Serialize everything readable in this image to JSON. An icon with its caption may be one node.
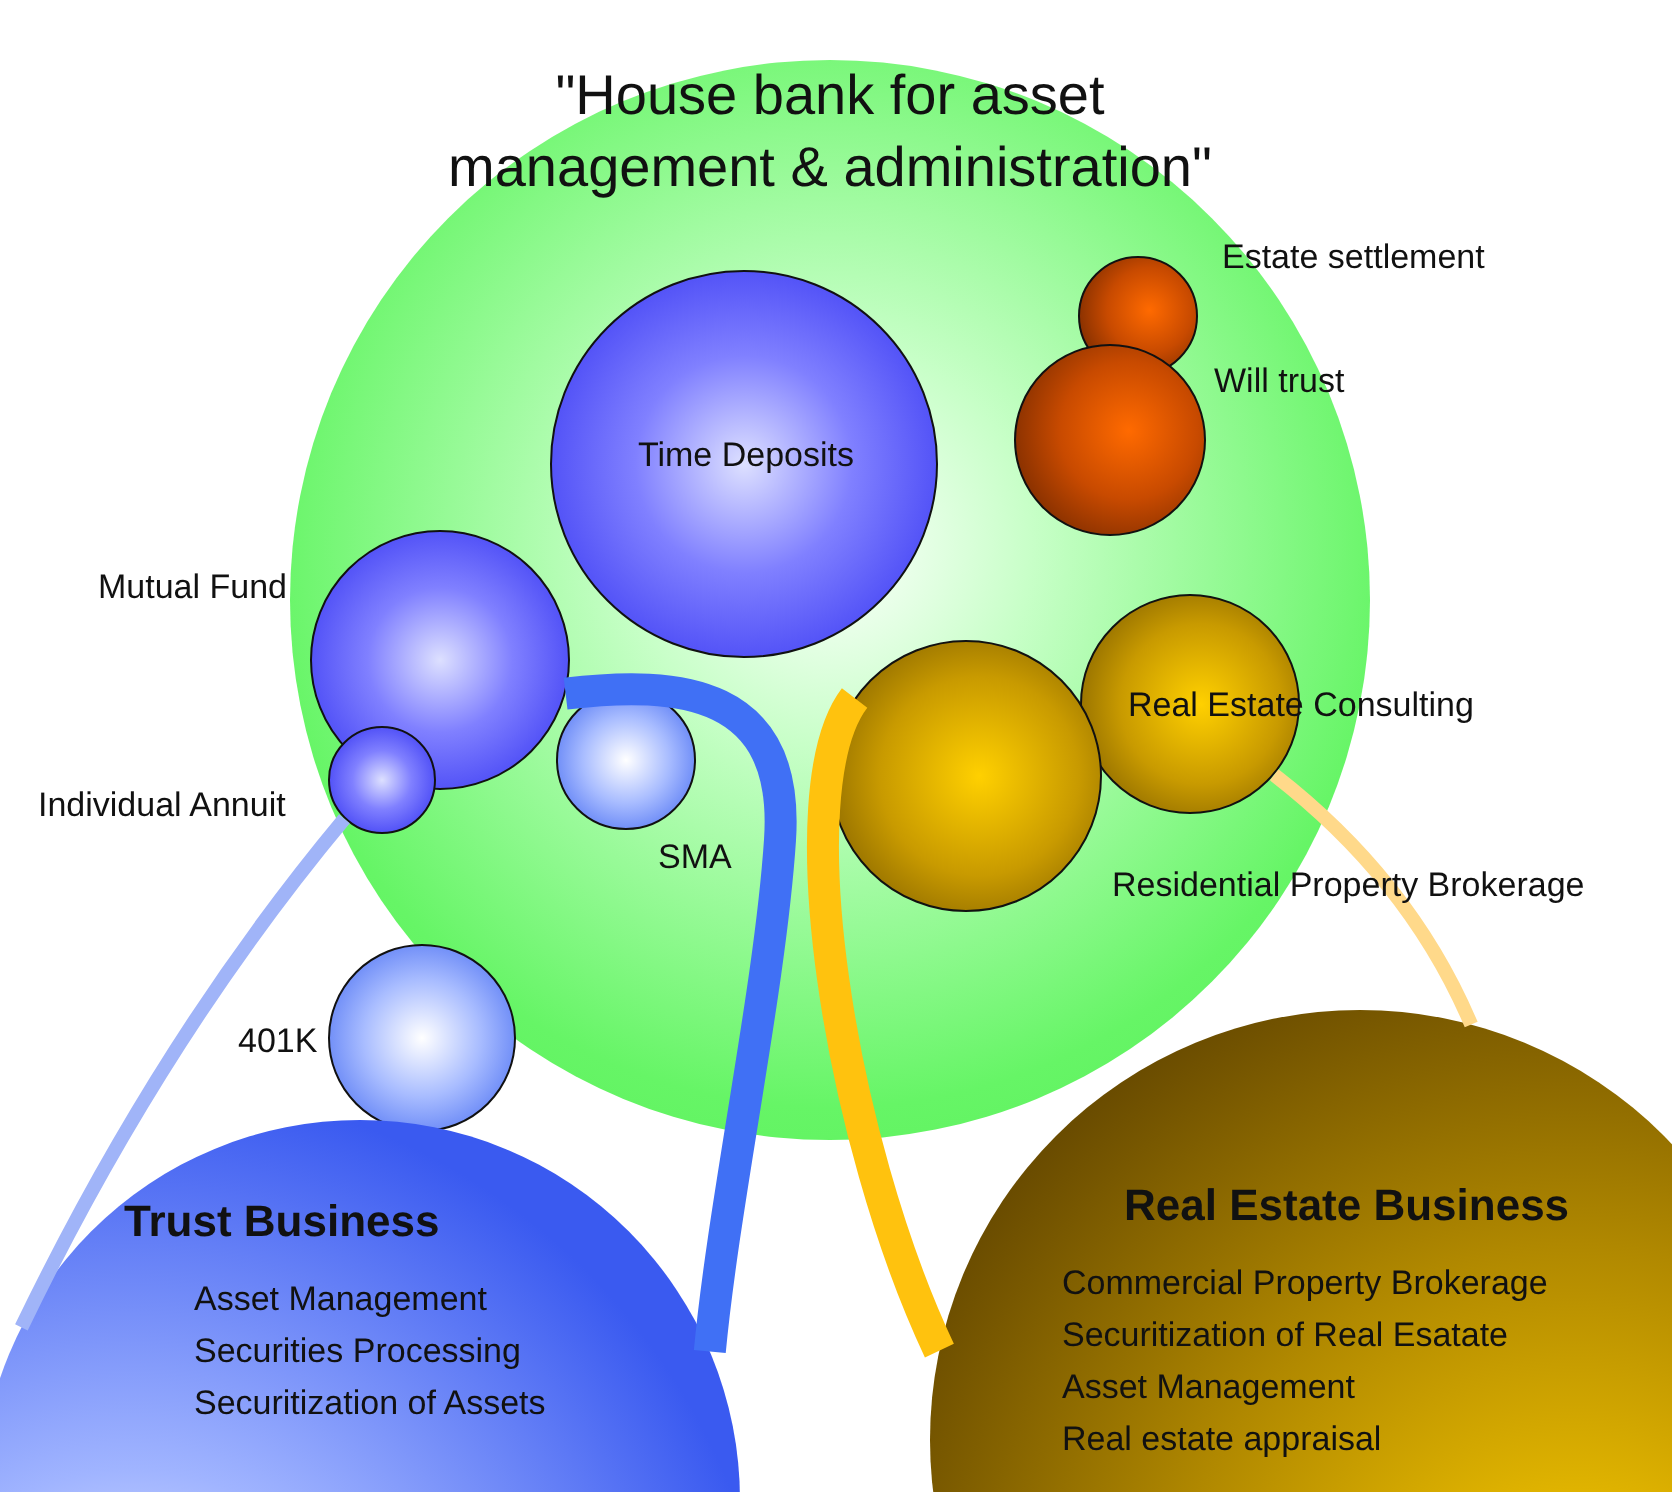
{
  "diagram": {
    "nodes": [
      {
        "text": [
          "\"House bank for asset management & administration\""
        ]
      },
      {
        "text": [
          "Time Deposits"
        ],
        "in": 0
      },
      {
        "text": [],
        "shape": "circle",
        "beside": [
          "Estate settlement"
        ],
        "in": 0
      },
      {
        "text": [],
        "shape": "circle",
        "beside": [
          "Will trust"
        ],
        "in": 0
      },
      {
        "text": [],
        "shape": "circle",
        "beside": [
          "Mutual Fund"
        ],
        "in": 0
      },
      {
        "text": [],
        "shape": "circle",
        "beside": [
          "Real Estate Consulting"
        ],
        "in": 0
      },
      {
        "text": [],
        "shape": "circle",
        "beside": [
          "SMA"
        ],
        "in": 0
      },
      {
        "text": [],
        "shape": "circle",
        "beside": [
          "Residential Property Brokerage"
        ],
        "in": 0
      },
      {
        "text": [],
        "shape": "circle",
        "beside": [
          "Individual Annuit"
        ],
        "in": 0
      },
      {
        "text": [],
        "shape": "circle",
        "beside": [
          "401K"
        ],
        "in": 0
      },
      {
        "text": [
          "Trust Business",
          "Asset Management",
          "Securities Processing",
          "Securitization of Assets"
        ]
      },
      {
        "text": [
          "Real Estate Business",
          "Commercial Property Brokerage",
          "Securitization of Real Esatate",
          "Asset Management",
          "Real estate appraisal"
        ]
      }
    ],
    "edges": [
      {
        "from": 4,
        "to": 10,
        "arrow": "none",
        "style": "thick",
        "color": "#4070f5"
      },
      {
        "from": 8,
        "to": 10,
        "arrow": "none",
        "color": "#a0b4f8"
      },
      {
        "from": 7,
        "to": 11,
        "arrow": "none",
        "style": "thick",
        "color": "#ffc20e"
      },
      {
        "from": 5,
        "to": 11,
        "arrow": "none",
        "color": "#ffd98a"
      }
    ]
  }
}
